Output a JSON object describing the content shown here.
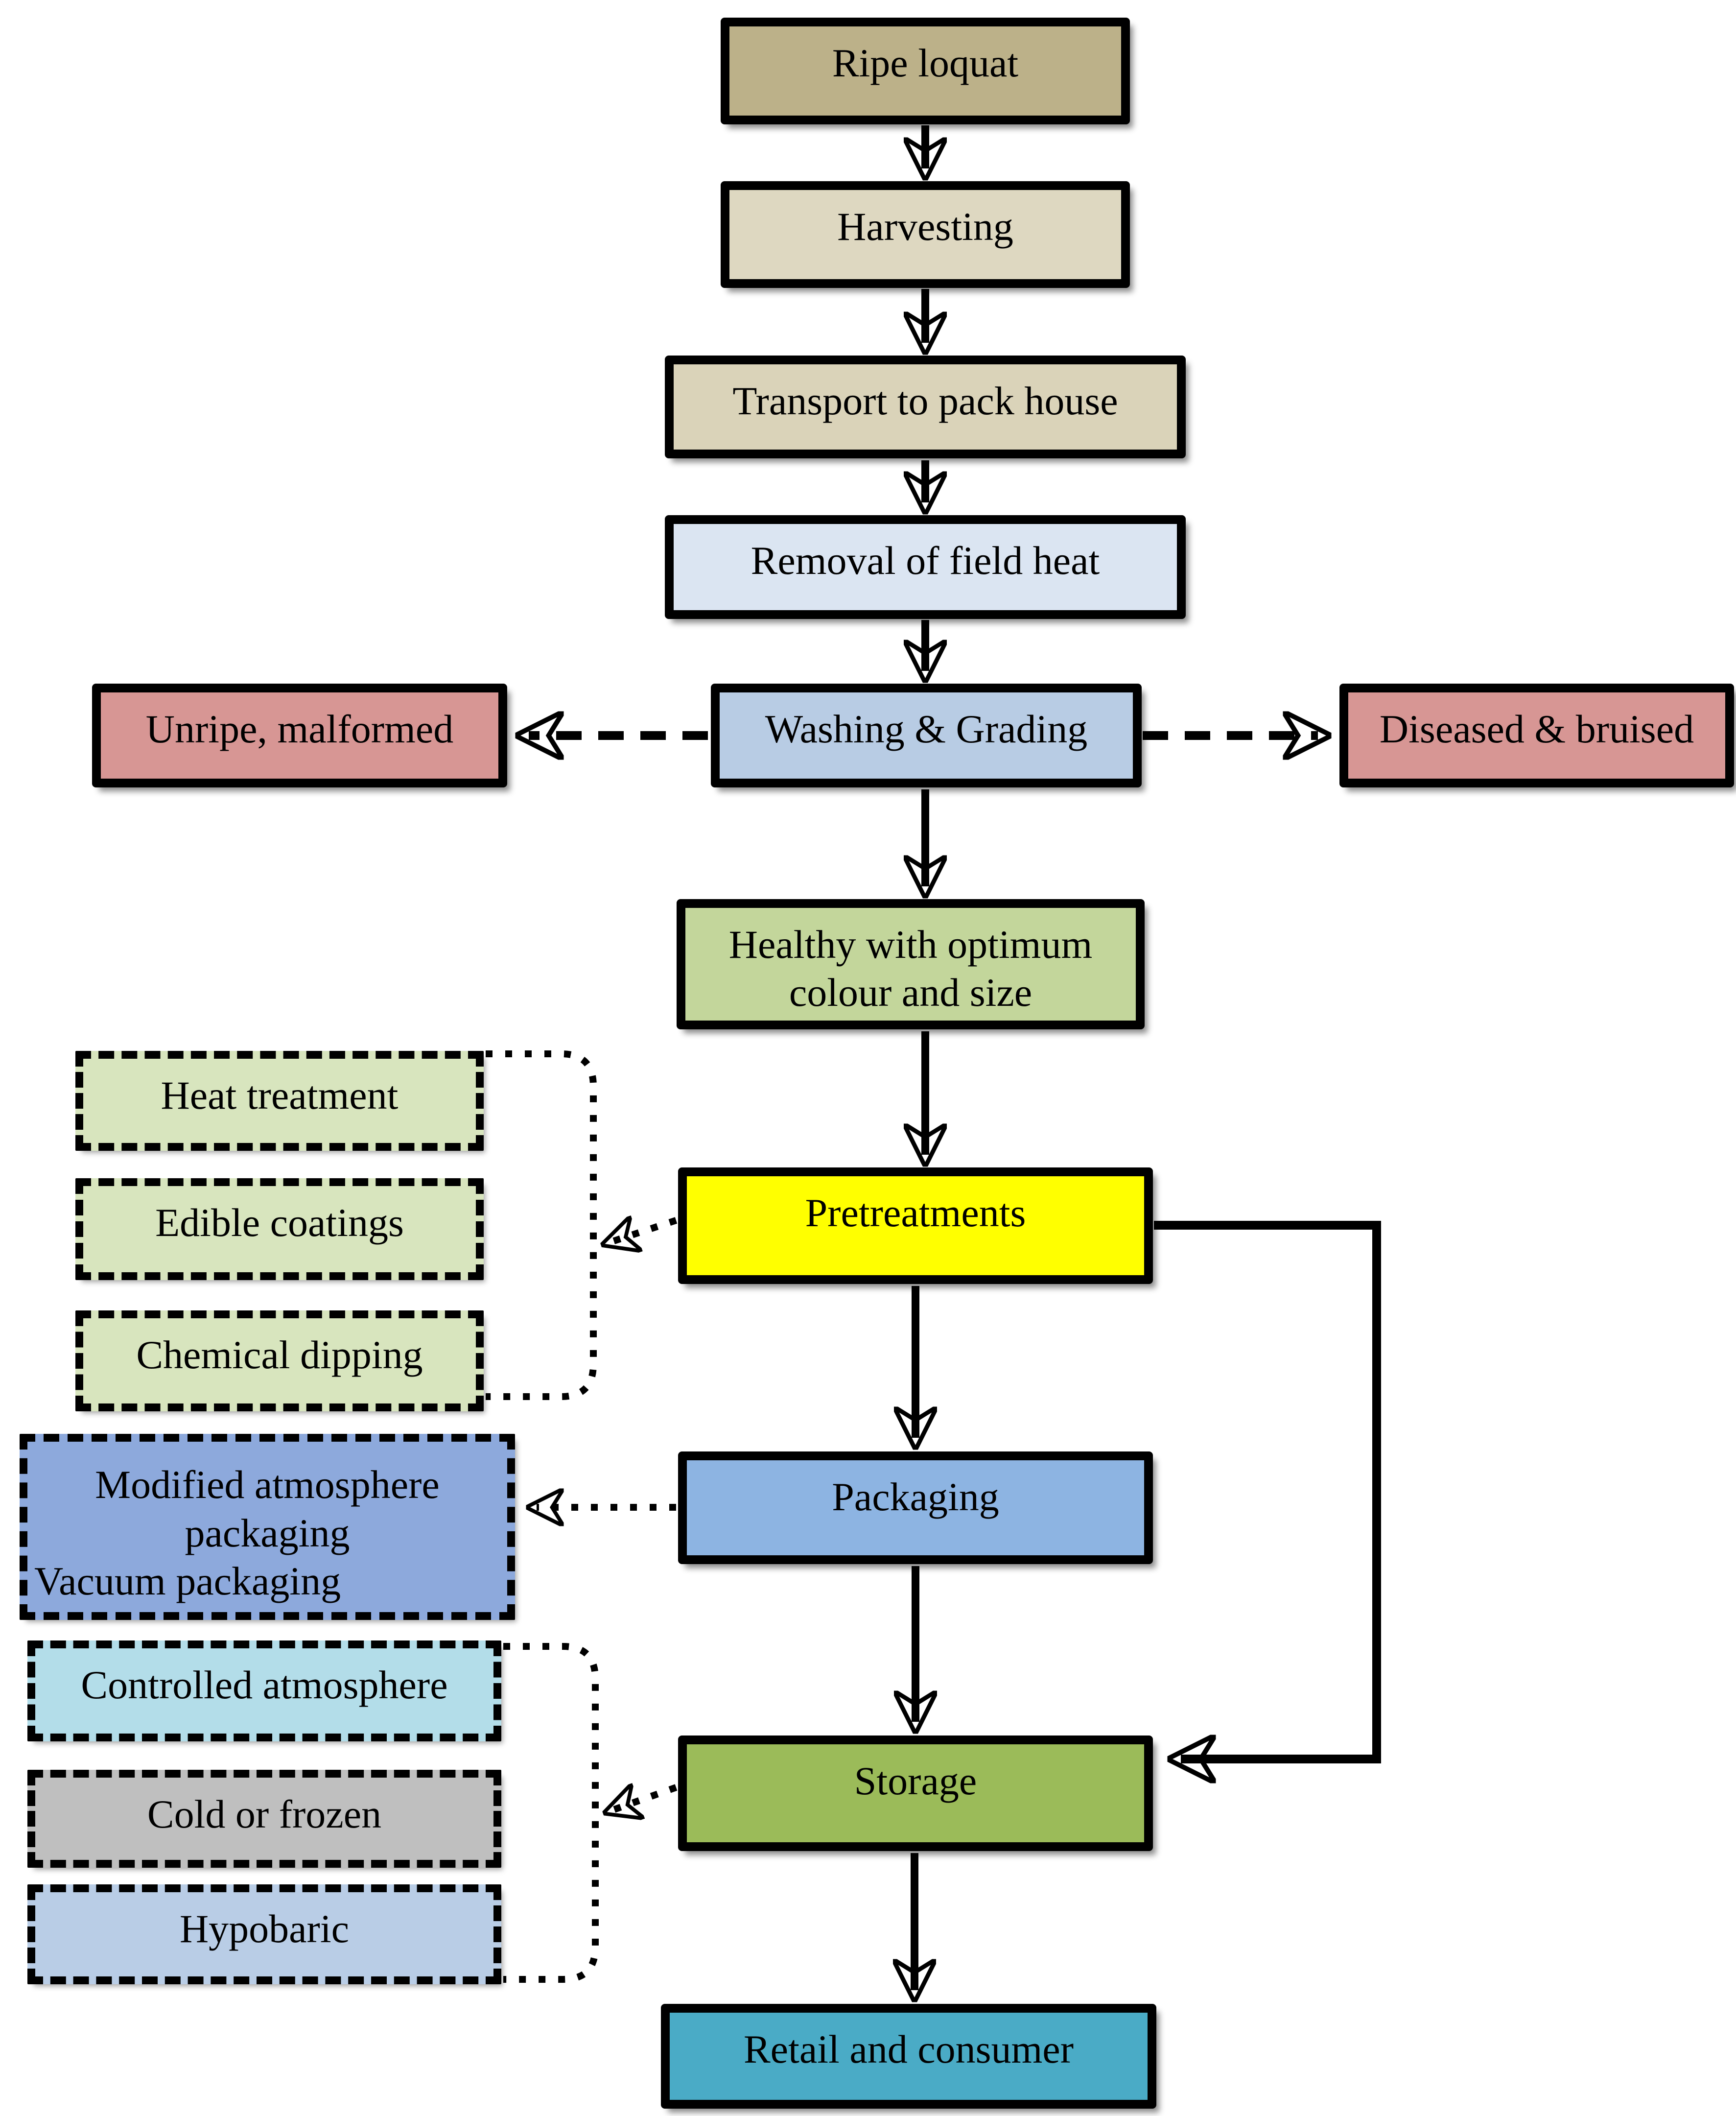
{
  "diagram": {
    "description": "Postharvest handling flowchart for ripe loquat fruit",
    "palette": {
      "border": "#000000",
      "ripe_tan": "#bcb189",
      "beige": "#ded8c1",
      "pale_blue": "#dbe5f2",
      "steel_blue": "#b8cce4",
      "rose": "#d79694",
      "sage_green": "#c3d69b",
      "pale_green": "#d8e5be",
      "yellow": "#ffff00",
      "periwinkle": "#8da9dc",
      "mid_blue": "#8db4e2",
      "light_cyan": "#b3dde9",
      "gray": "#bfbfbf",
      "light_periwinkle": "#b9cde6",
      "olive_green": "#9bbb59",
      "teal": "#4aabc6"
    },
    "nodes": {
      "ripe_loquat": {
        "label": "Ripe loquat",
        "fill": "#bcb189"
      },
      "harvesting": {
        "label": "Harvesting",
        "fill": "#ded8c1"
      },
      "transport": {
        "label": "Transport to pack house",
        "fill": "#dad3b9"
      },
      "removal": {
        "label": "Removal of field heat",
        "fill": "#dbe5f2"
      },
      "washing": {
        "label": "Washing & Grading",
        "fill": "#b8cce4"
      },
      "unripe": {
        "label": "Unripe, malformed",
        "fill": "#d79694"
      },
      "diseased": {
        "label": "Diseased & bruised",
        "fill": "#d79694"
      },
      "healthy": {
        "label": "Healthy with optimum colour and size",
        "fill": "#c3d69b"
      },
      "heat": {
        "label": "Heat treatment",
        "fill": "#d8e5be"
      },
      "edible": {
        "label": "Edible coatings",
        "fill": "#d8e5be"
      },
      "chemical": {
        "label": "Chemical dipping",
        "fill": "#d8e5be"
      },
      "pretreatments": {
        "label": "Pretreatments",
        "fill": "#ffff00"
      },
      "modified": {
        "lines": [
          "Modified atmosphere packaging",
          "Vacuum packaging"
        ],
        "fill": "#8da9dc"
      },
      "packaging": {
        "label": "Packaging",
        "fill": "#8db4e2"
      },
      "controlled": {
        "label": "Controlled atmosphere",
        "fill": "#b3dde9"
      },
      "cold": {
        "label": "Cold or frozen",
        "fill": "#bfbfbf"
      },
      "hypobaric": {
        "label": "Hypobaric",
        "fill": "#b9cde6"
      },
      "storage": {
        "label": "Storage",
        "fill": "#9bbb59"
      },
      "retail": {
        "label": "Retail and consumer",
        "fill": "#4aabc6"
      }
    },
    "connectors": [
      {
        "from": "Ripe loquat",
        "to": "Harvesting",
        "style": "solid-arrow"
      },
      {
        "from": "Harvesting",
        "to": "Transport to pack house",
        "style": "solid-arrow"
      },
      {
        "from": "Transport to pack house",
        "to": "Removal of field heat",
        "style": "solid-arrow"
      },
      {
        "from": "Removal of field heat",
        "to": "Washing & Grading",
        "style": "solid-arrow"
      },
      {
        "from": "Washing & Grading",
        "to": "Unripe, malformed",
        "style": "dashed-arrow"
      },
      {
        "from": "Washing & Grading",
        "to": "Diseased & bruised",
        "style": "dashed-arrow"
      },
      {
        "from": "Washing & Grading",
        "to": "Healthy with optimum colour and size",
        "style": "solid-arrow"
      },
      {
        "from": "Healthy with optimum colour and size",
        "to": "Pretreatments",
        "style": "solid-arrow"
      },
      {
        "from": "Pretreatments",
        "to": "Heat treatment | Edible coatings | Chemical dipping",
        "style": "dotted-arrow-bracket"
      },
      {
        "from": "Pretreatments",
        "to": "Packaging",
        "style": "solid-arrow"
      },
      {
        "from": "Packaging",
        "to": "Modified atmosphere packaging / Vacuum packaging",
        "style": "dotted-arrow"
      },
      {
        "from": "Packaging",
        "to": "Storage",
        "style": "solid-arrow"
      },
      {
        "from": "Pretreatments",
        "to": "Storage",
        "style": "solid-elbow-arrow"
      },
      {
        "from": "Storage",
        "to": "Controlled atmosphere | Cold or frozen | Hypobaric",
        "style": "dotted-arrow-bracket"
      },
      {
        "from": "Storage",
        "to": "Retail and consumer",
        "style": "solid-arrow"
      }
    ]
  }
}
